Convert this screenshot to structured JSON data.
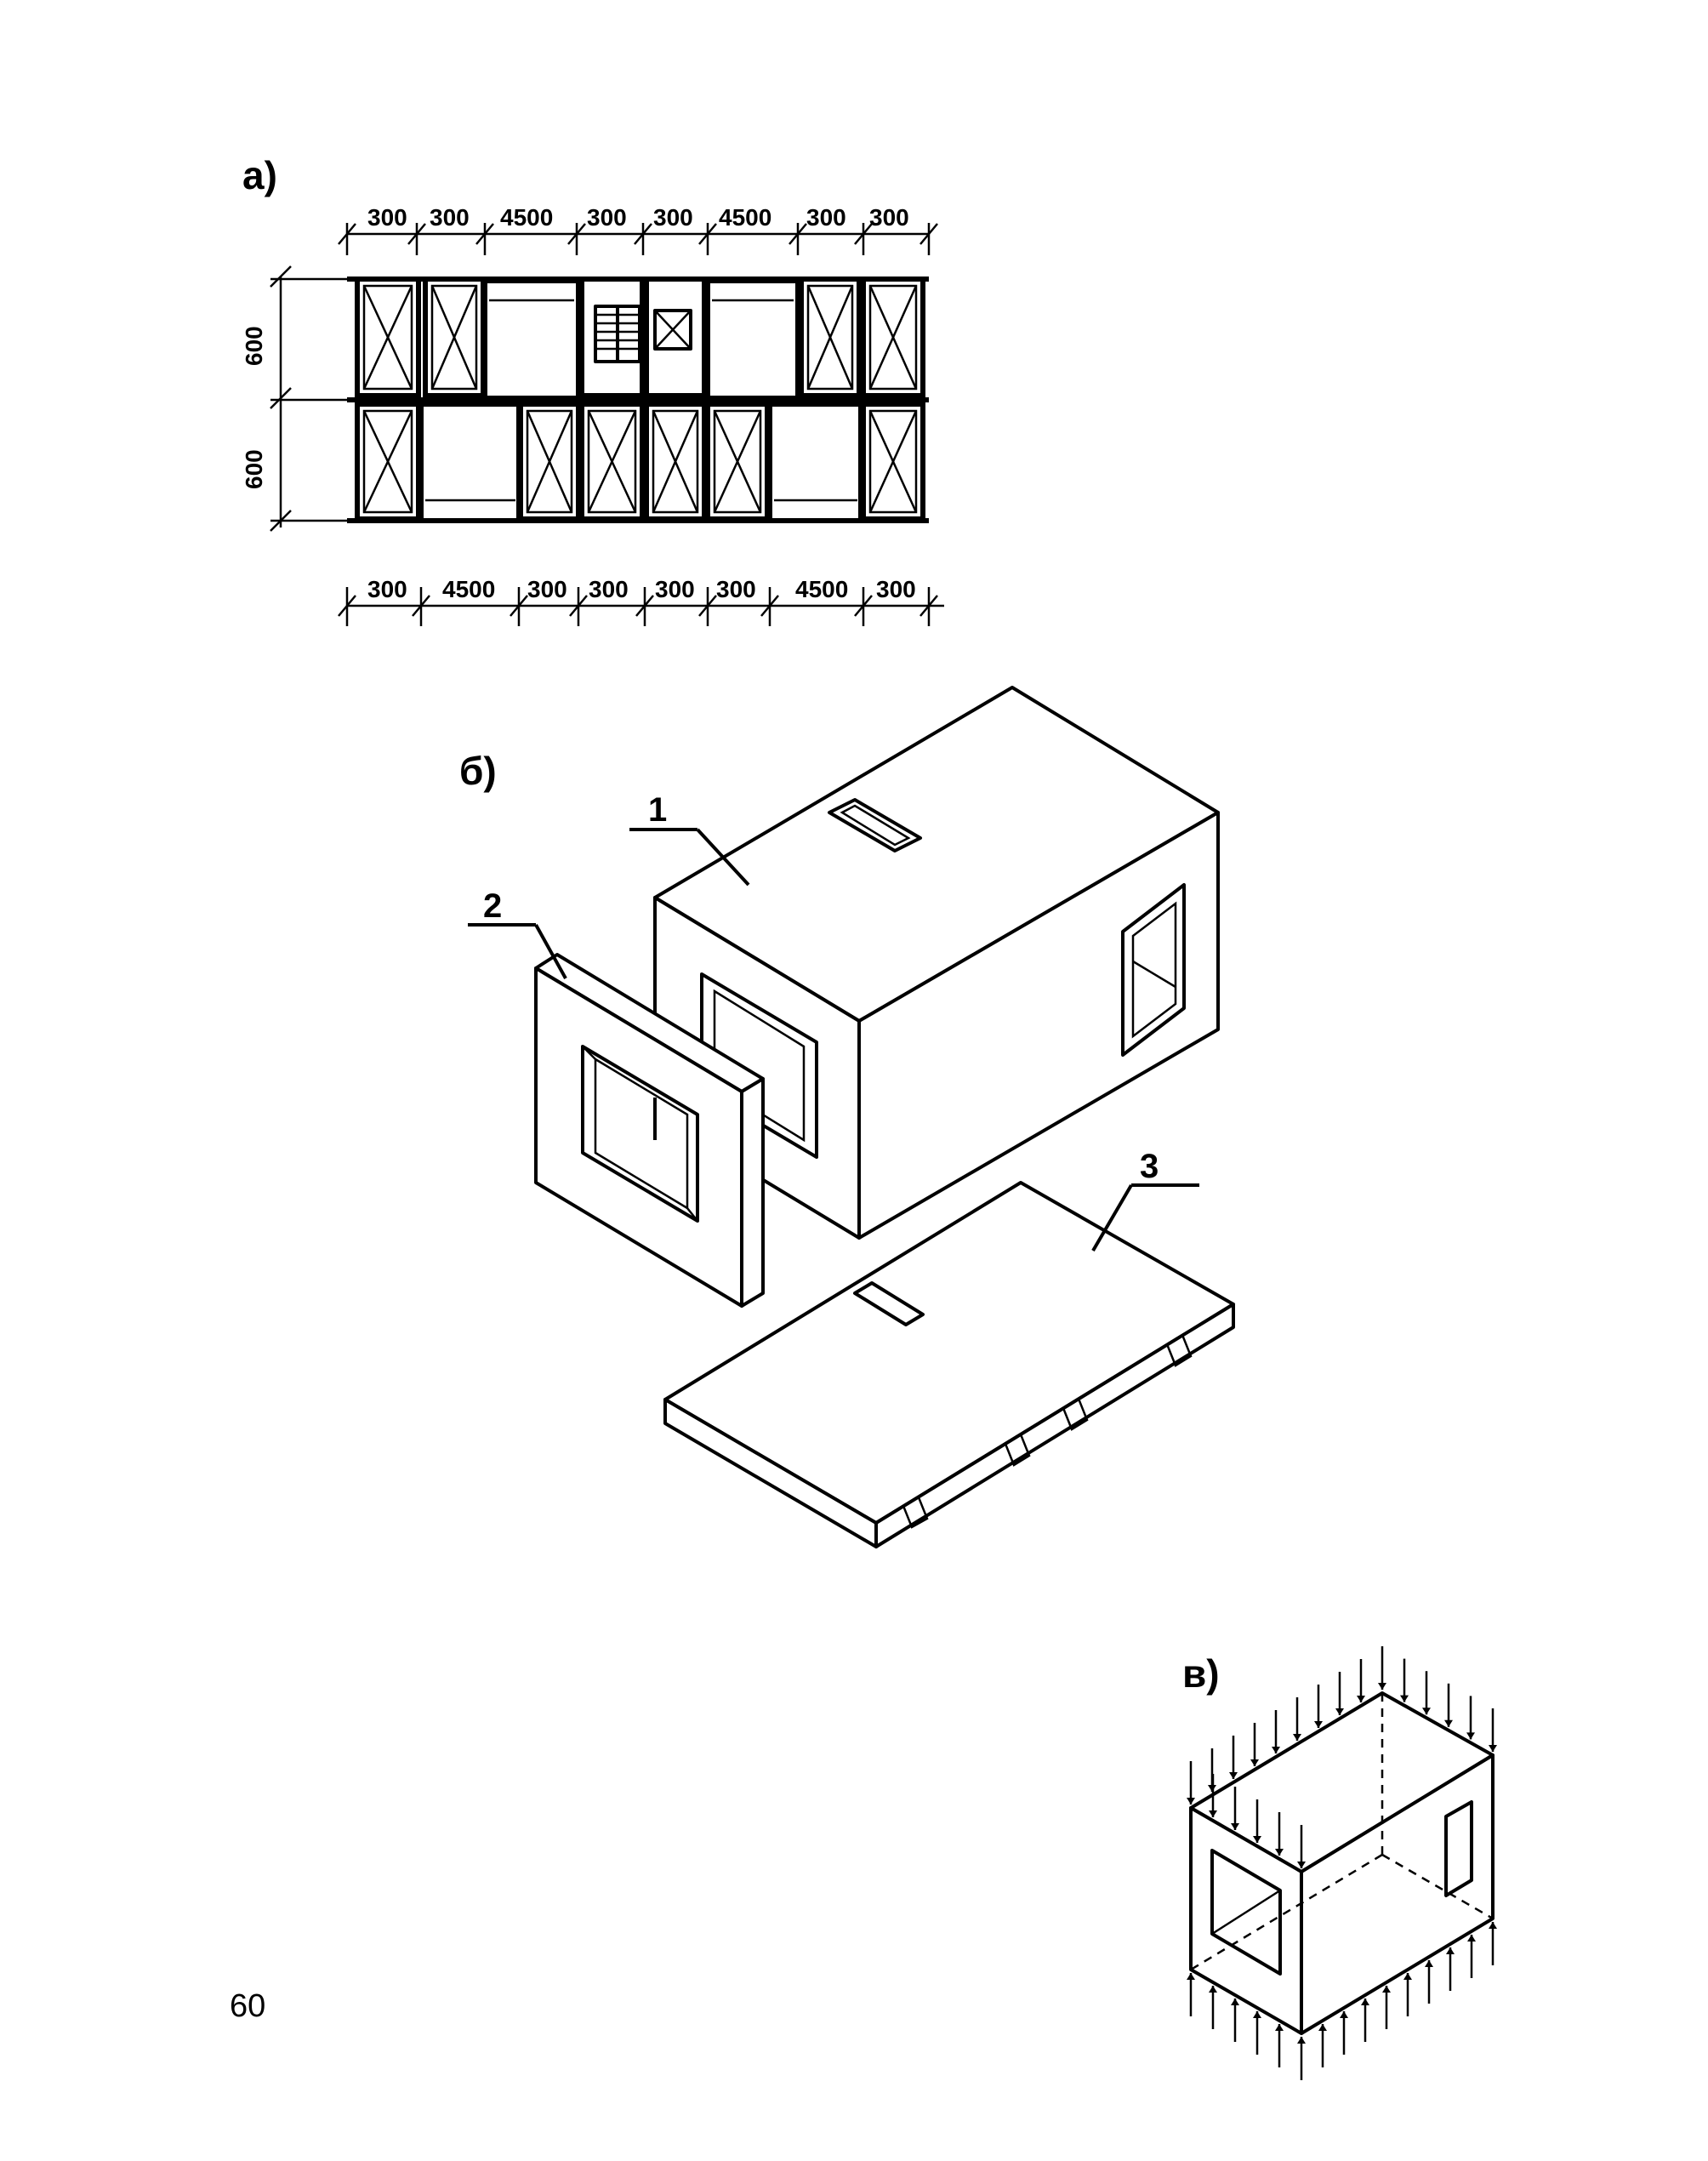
{
  "figure": {
    "label_a": "а)",
    "label_b": "б)",
    "label_v": "в)",
    "plan": {
      "top_dims": [
        "300",
        "300",
        "4500",
        "300",
        "300",
        "4500",
        "300",
        "300"
      ],
      "bottom_dims": [
        "300",
        "4500",
        "300",
        "300",
        "300",
        "300",
        "4500",
        "300"
      ],
      "left_dims": [
        "600",
        "600"
      ]
    },
    "isometric": {
      "callouts": [
        "1",
        "2",
        "3"
      ]
    }
  },
  "page_number": "60"
}
